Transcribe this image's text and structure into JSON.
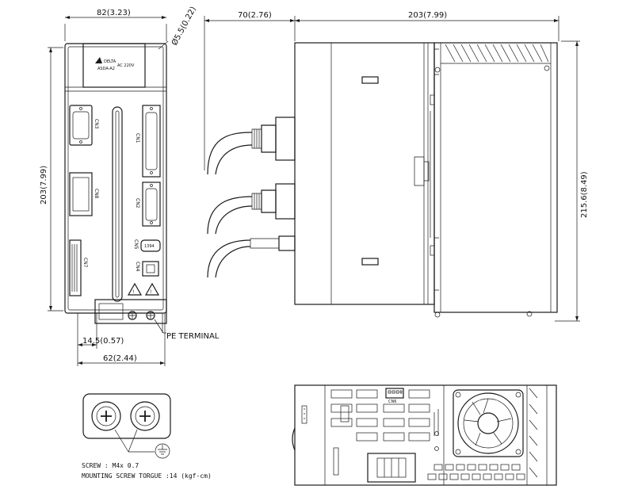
{
  "dimensions": {
    "front_width": "82(3.23)",
    "mount_hole": "Ø5.5(0.22)",
    "front_height": "203(7.99)",
    "bottom_offset": "14.5(0.57)",
    "bottom_width": "62(2.44)",
    "side_depth_offset": "70(2.76)",
    "side_depth": "203(7.99)",
    "side_height": "215.6(8.49)"
  },
  "labels": {
    "pe_terminal": "PE TERMINAL",
    "screw": "SCREW : M4x 0.7",
    "torque": "MOUNTING SCREW TORGUE :14 (kgf-cm)",
    "cn3": "CN3",
    "cn1": "CN1",
    "cn2": "CN2",
    "cn5": "CN5",
    "cn4": "CN4",
    "cn6": "CN6",
    "cn7": "CN7",
    "cn8": "CN8",
    "ac_label": "AC 220V"
  }
}
